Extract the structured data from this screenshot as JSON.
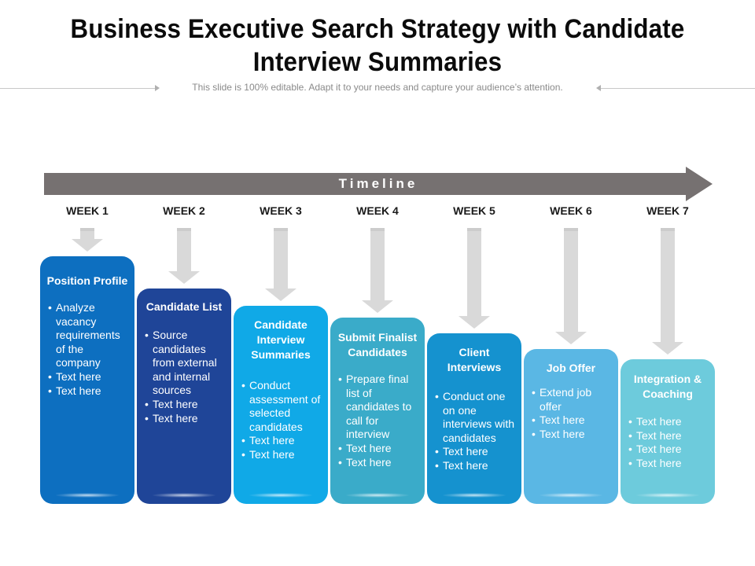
{
  "title": "Business Executive Search Strategy with Candidate Interview Summaries",
  "subtitle": "This slide is 100%  editable. Adapt it to your needs and capture your audience’s attention.",
  "timeline": {
    "label": "Timeline",
    "color": "#767171"
  },
  "steps": [
    {
      "week": "WEEK 1",
      "title": "Position Profile",
      "bullets": [
        "Analyze vacancy requirements of the company",
        "Text here",
        "Text here"
      ],
      "color": "#0d6fc0"
    },
    {
      "week": "WEEK 2",
      "title": "Candidate List",
      "bullets": [
        "Source candidates from external and internal sources",
        "Text here",
        "Text here"
      ],
      "color": "#1f4598"
    },
    {
      "week": "WEEK 3",
      "title": "Candidate Interview Summaries",
      "bullets": [
        "Conduct assessment of selected candidates",
        "Text here",
        "Text here"
      ],
      "color": "#10a9e7"
    },
    {
      "week": "WEEK 4",
      "title": "Submit Finalist Candidates",
      "bullets": [
        "Prepare final list of candidates to call for interview",
        "Text here",
        "Text here"
      ],
      "color": "#3aabc9"
    },
    {
      "week": "WEEK 5",
      "title": "Client Interviews",
      "bullets": [
        "Conduct one on one interviews with candidates",
        "Text here",
        "Text here"
      ],
      "color": "#1592cf"
    },
    {
      "week": "WEEK 6",
      "title": "Job Offer",
      "bullets": [
        "Extend job offer",
        "Text here",
        "Text here"
      ],
      "color": "#5ab7e4"
    },
    {
      "week": "WEEK 7",
      "title": "Integration & Coaching",
      "bullets": [
        "Text here",
        "Text here",
        "Text here",
        "Text here"
      ],
      "color": "#6dcbdc"
    }
  ]
}
